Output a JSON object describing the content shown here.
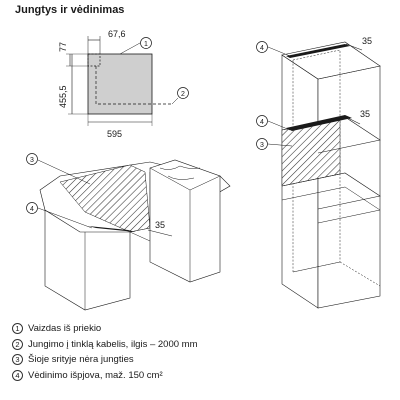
{
  "title": "Jungtys ir vėdinimas",
  "front_view": {
    "dim_top": "67,6",
    "dim_left_top": "77",
    "dim_height": "455,5",
    "dim_width": "595",
    "callout_1": "1",
    "callout_2": "2"
  },
  "cabinet_view": {
    "dim_depth": "35",
    "callout_3": "3",
    "callout_4": "4"
  },
  "tall_view": {
    "dim_top": "35",
    "dim_mid": "35",
    "callout_4a": "4",
    "callout_4b": "4",
    "callout_3": "3"
  },
  "legend": [
    {
      "num": "1",
      "text": "Vaizdas iš priekio"
    },
    {
      "num": "2",
      "text": "Jungimo į tinklą kabelis, ilgis – 2000 mm"
    },
    {
      "num": "3",
      "text": "Šioje srityje nėra jungties"
    },
    {
      "num": "4",
      "text": "Vėdinimo išpjova, maž. 150 cm²"
    }
  ],
  "colors": {
    "ink": "#1a1a1a",
    "gray_fill": "#cfcfcf",
    "hatch": "#333333"
  }
}
